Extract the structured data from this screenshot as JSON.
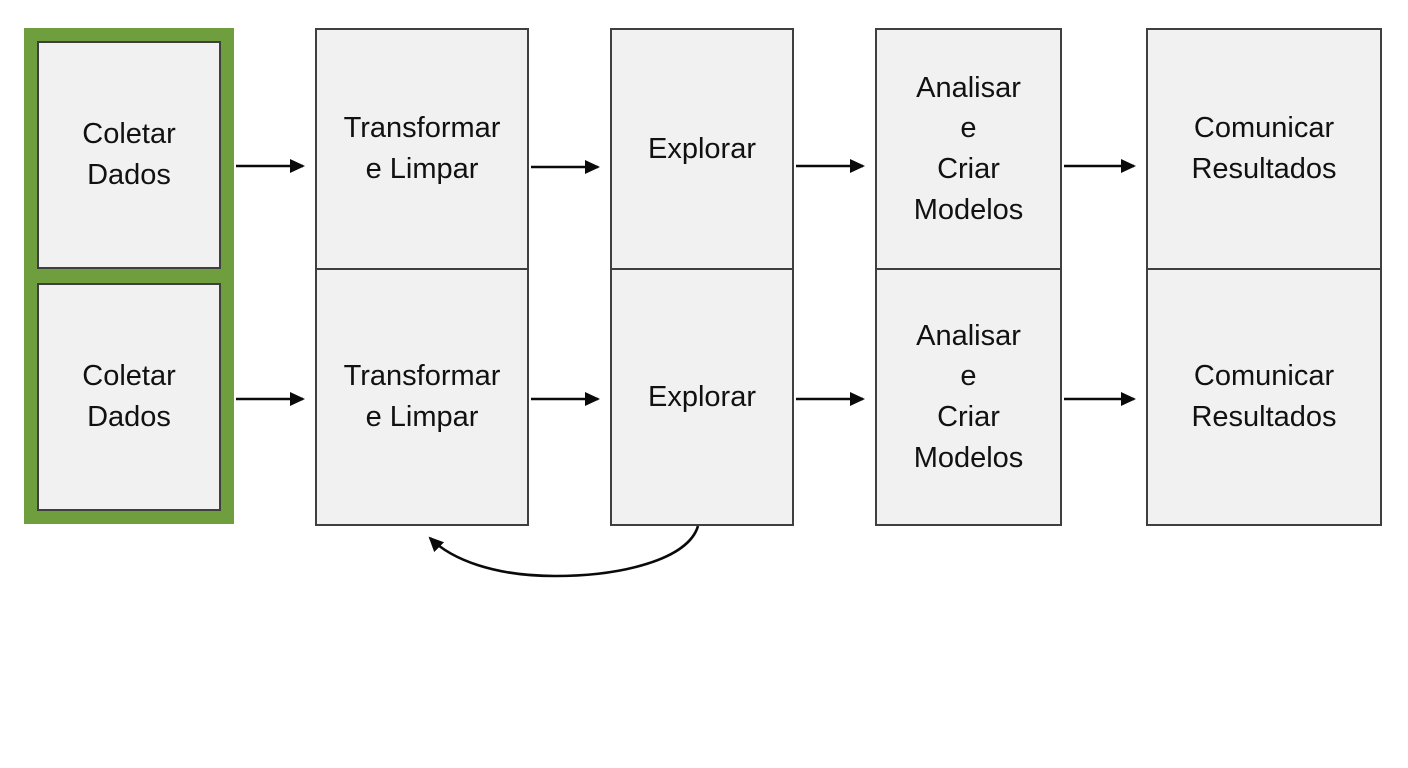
{
  "diagram": {
    "type": "flowchart",
    "colors": {
      "highlight": "#6f9e3e",
      "box_fill": "#f1f1f1",
      "box_border": "#3f3f3f",
      "arrow": "#0a0a0a"
    },
    "stages": [
      {
        "id": "coletar-dados",
        "label": "Coletar\nDados",
        "highlighted": true
      },
      {
        "id": "transformar-e-limpar",
        "label": "Transformar\ne Limpar",
        "highlighted": false
      },
      {
        "id": "explorar",
        "label": "Explorar",
        "highlighted": false
      },
      {
        "id": "analisar-e-criar-modelos",
        "label": "Analisar\ne\nCriar\nModelos",
        "highlighted": false
      },
      {
        "id": "comunicar-resultados",
        "label": "Comunicar\nResultados",
        "highlighted": false
      }
    ],
    "rows": [
      "top",
      "bottom"
    ],
    "connections": [
      {
        "from": "coletar-dados",
        "to": "transformar-e-limpar"
      },
      {
        "from": "transformar-e-limpar",
        "to": "explorar"
      },
      {
        "from": "explorar",
        "to": "analisar-e-criar-modelos"
      },
      {
        "from": "analisar-e-criar-modelos",
        "to": "comunicar-resultados"
      }
    ],
    "feedback_loop": {
      "from": "explorar",
      "to": "transformar-e-limpar",
      "row": "bottom"
    }
  }
}
